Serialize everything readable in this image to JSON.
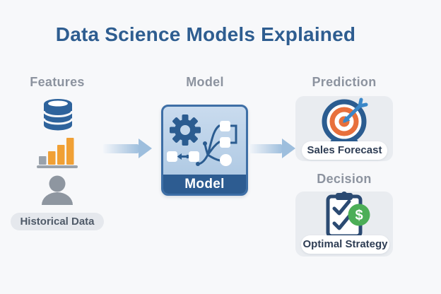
{
  "title": "Data Science Models Explained",
  "sections": {
    "features": {
      "heading": "Features",
      "caption": "Historical Data",
      "icons": [
        "database-icon",
        "bar-chart-icon",
        "person-icon"
      ]
    },
    "model": {
      "heading": "Model",
      "box_label": "Model",
      "icons": [
        "gear-icon",
        "flowchart-icon"
      ]
    },
    "prediction": {
      "heading": "Prediction",
      "caption": "Sales Forecast",
      "icon": "target-dart-icon"
    },
    "decision": {
      "heading": "Decision",
      "caption": "Optimal Strategy",
      "icon": "clipboard-checklist-icon",
      "badge": "$"
    }
  },
  "arrows": [
    "features-to-model",
    "model-to-prediction"
  ],
  "colors": {
    "background": "#f7f8fa",
    "title": "#2e5d90",
    "heading_gray": "#8c939f",
    "navy": "#2b5c90",
    "model_box_border": "#3e6fa6",
    "model_box_fill": "#b9cfe6",
    "model_footer": "#2d5c91",
    "bar_orange": "#f0a035",
    "target_orange": "#e8703c",
    "dart_blue": "#3a87c8",
    "dollar_green": "#4cae57",
    "icon_gray": "#8e96a0",
    "card_bg": "#e9ecf0",
    "pill_gray_bg": "#e5e8ed",
    "pill_gray_text": "#4f5a68",
    "pill_white_text": "#2e3d54",
    "arrow_blue": "#9dbedd"
  }
}
